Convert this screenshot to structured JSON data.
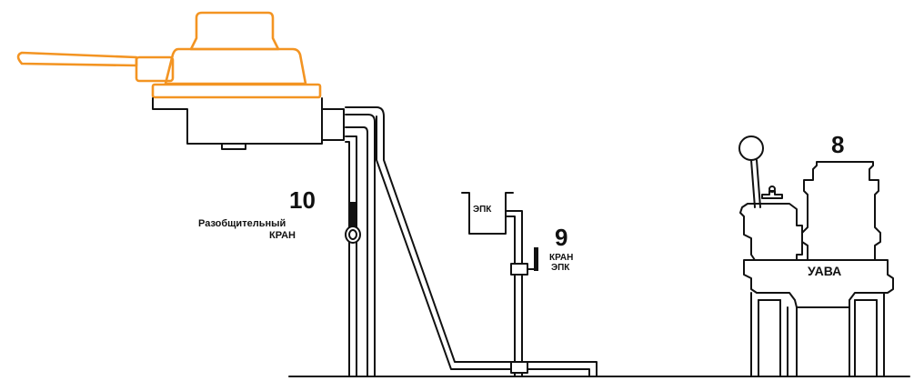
{
  "labels": {
    "item10_number": "10",
    "item10_line1": "Разобщительный",
    "item10_line2": "КРАН",
    "epk_box": "ЭПК",
    "item9_number": "9",
    "item9_line1": "КРАН",
    "item9_line2": "ЭПК",
    "item8_number": "8",
    "uava": "УАВА"
  },
  "colors": {
    "highlight": "#f39422",
    "line": "#111111",
    "background": "#ffffff"
  }
}
